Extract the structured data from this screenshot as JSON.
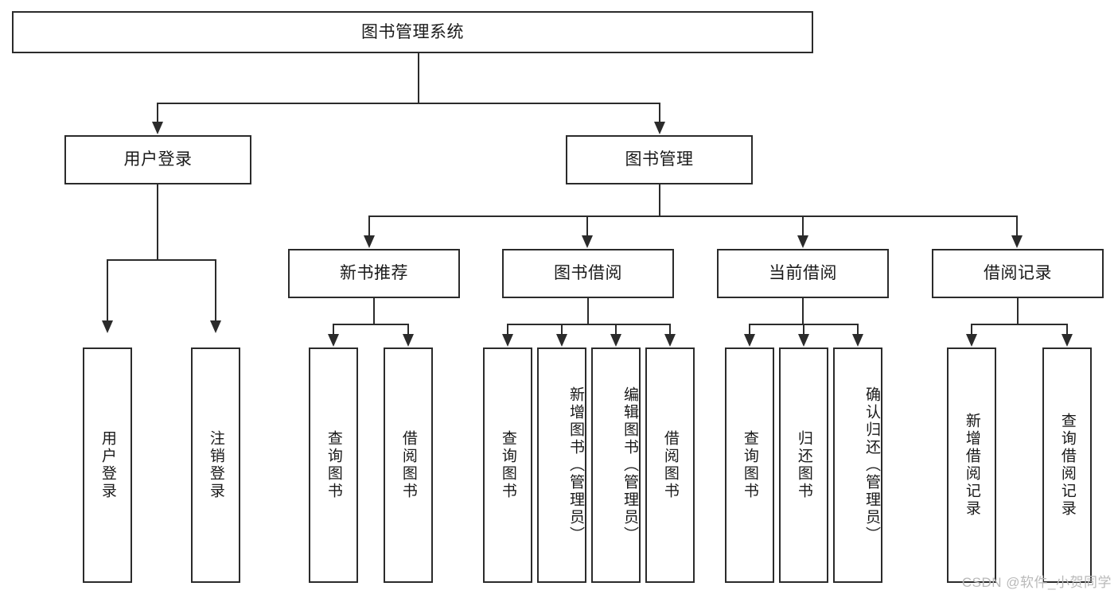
{
  "diagram": {
    "type": "tree-hierarchy",
    "title": "图书管理系统",
    "root": {
      "id": "root",
      "label": "图书管理系统"
    },
    "level1": [
      {
        "id": "user-login",
        "label": "用户登录"
      },
      {
        "id": "book-manage",
        "label": "图书管理"
      }
    ],
    "level2": [
      {
        "id": "new-book-rec",
        "label": "新书推荐",
        "parent": "book-manage"
      },
      {
        "id": "book-borrow",
        "label": "图书借阅",
        "parent": "book-manage"
      },
      {
        "id": "current-borrow",
        "label": "当前借阅",
        "parent": "book-manage"
      },
      {
        "id": "borrow-record",
        "label": "借阅记录",
        "parent": "book-manage"
      }
    ],
    "leaves": {
      "user_login": [
        {
          "id": "leaf-user-login",
          "label": "用户登录"
        },
        {
          "id": "leaf-user-logout",
          "label": "注销登录"
        }
      ],
      "new_book_rec": [
        {
          "id": "leaf-query-book-1",
          "label": "查询图书"
        },
        {
          "id": "leaf-borrow-book-1",
          "label": "借阅图书"
        }
      ],
      "book_borrow": [
        {
          "id": "leaf-query-book-2",
          "label": "查询图书"
        },
        {
          "id": "leaf-add-book",
          "label": "新增图书（管理员）"
        },
        {
          "id": "leaf-edit-book",
          "label": "编辑图书（管理员）"
        },
        {
          "id": "leaf-borrow-book-2",
          "label": "借阅图书"
        }
      ],
      "current_borrow": [
        {
          "id": "leaf-query-book-3",
          "label": "查询图书"
        },
        {
          "id": "leaf-return-book",
          "label": "归还图书"
        },
        {
          "id": "leaf-confirm-return",
          "label": "确认归还（管理员）"
        }
      ],
      "borrow_record": [
        {
          "id": "leaf-add-record",
          "label": "新增借阅记录"
        },
        {
          "id": "leaf-query-record",
          "label": "查询借阅记录"
        }
      ]
    }
  },
  "watermark": {
    "text": "CSDN @软件_小贺同学"
  },
  "colors": {
    "stroke": "#2b2b2b",
    "fill": "#ffffff",
    "text": "#1a1a1a",
    "watermark": "#b9b9b9"
  }
}
